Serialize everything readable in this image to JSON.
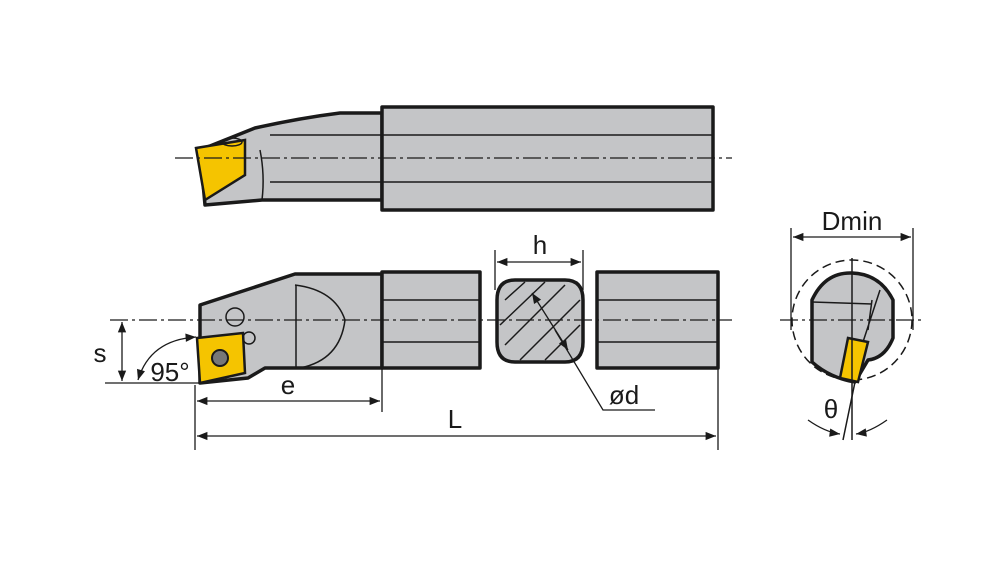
{
  "title": "Boring bar dimension drawing",
  "labels": {
    "h": "h",
    "s": "s",
    "angle": "95°",
    "e": "e",
    "L": "L",
    "d": "ød",
    "dmin": "Dmin",
    "theta": "θ"
  },
  "colors": {
    "body": "#c4c5c7",
    "insert": "#f5c400",
    "line": "#1a1a1a"
  }
}
